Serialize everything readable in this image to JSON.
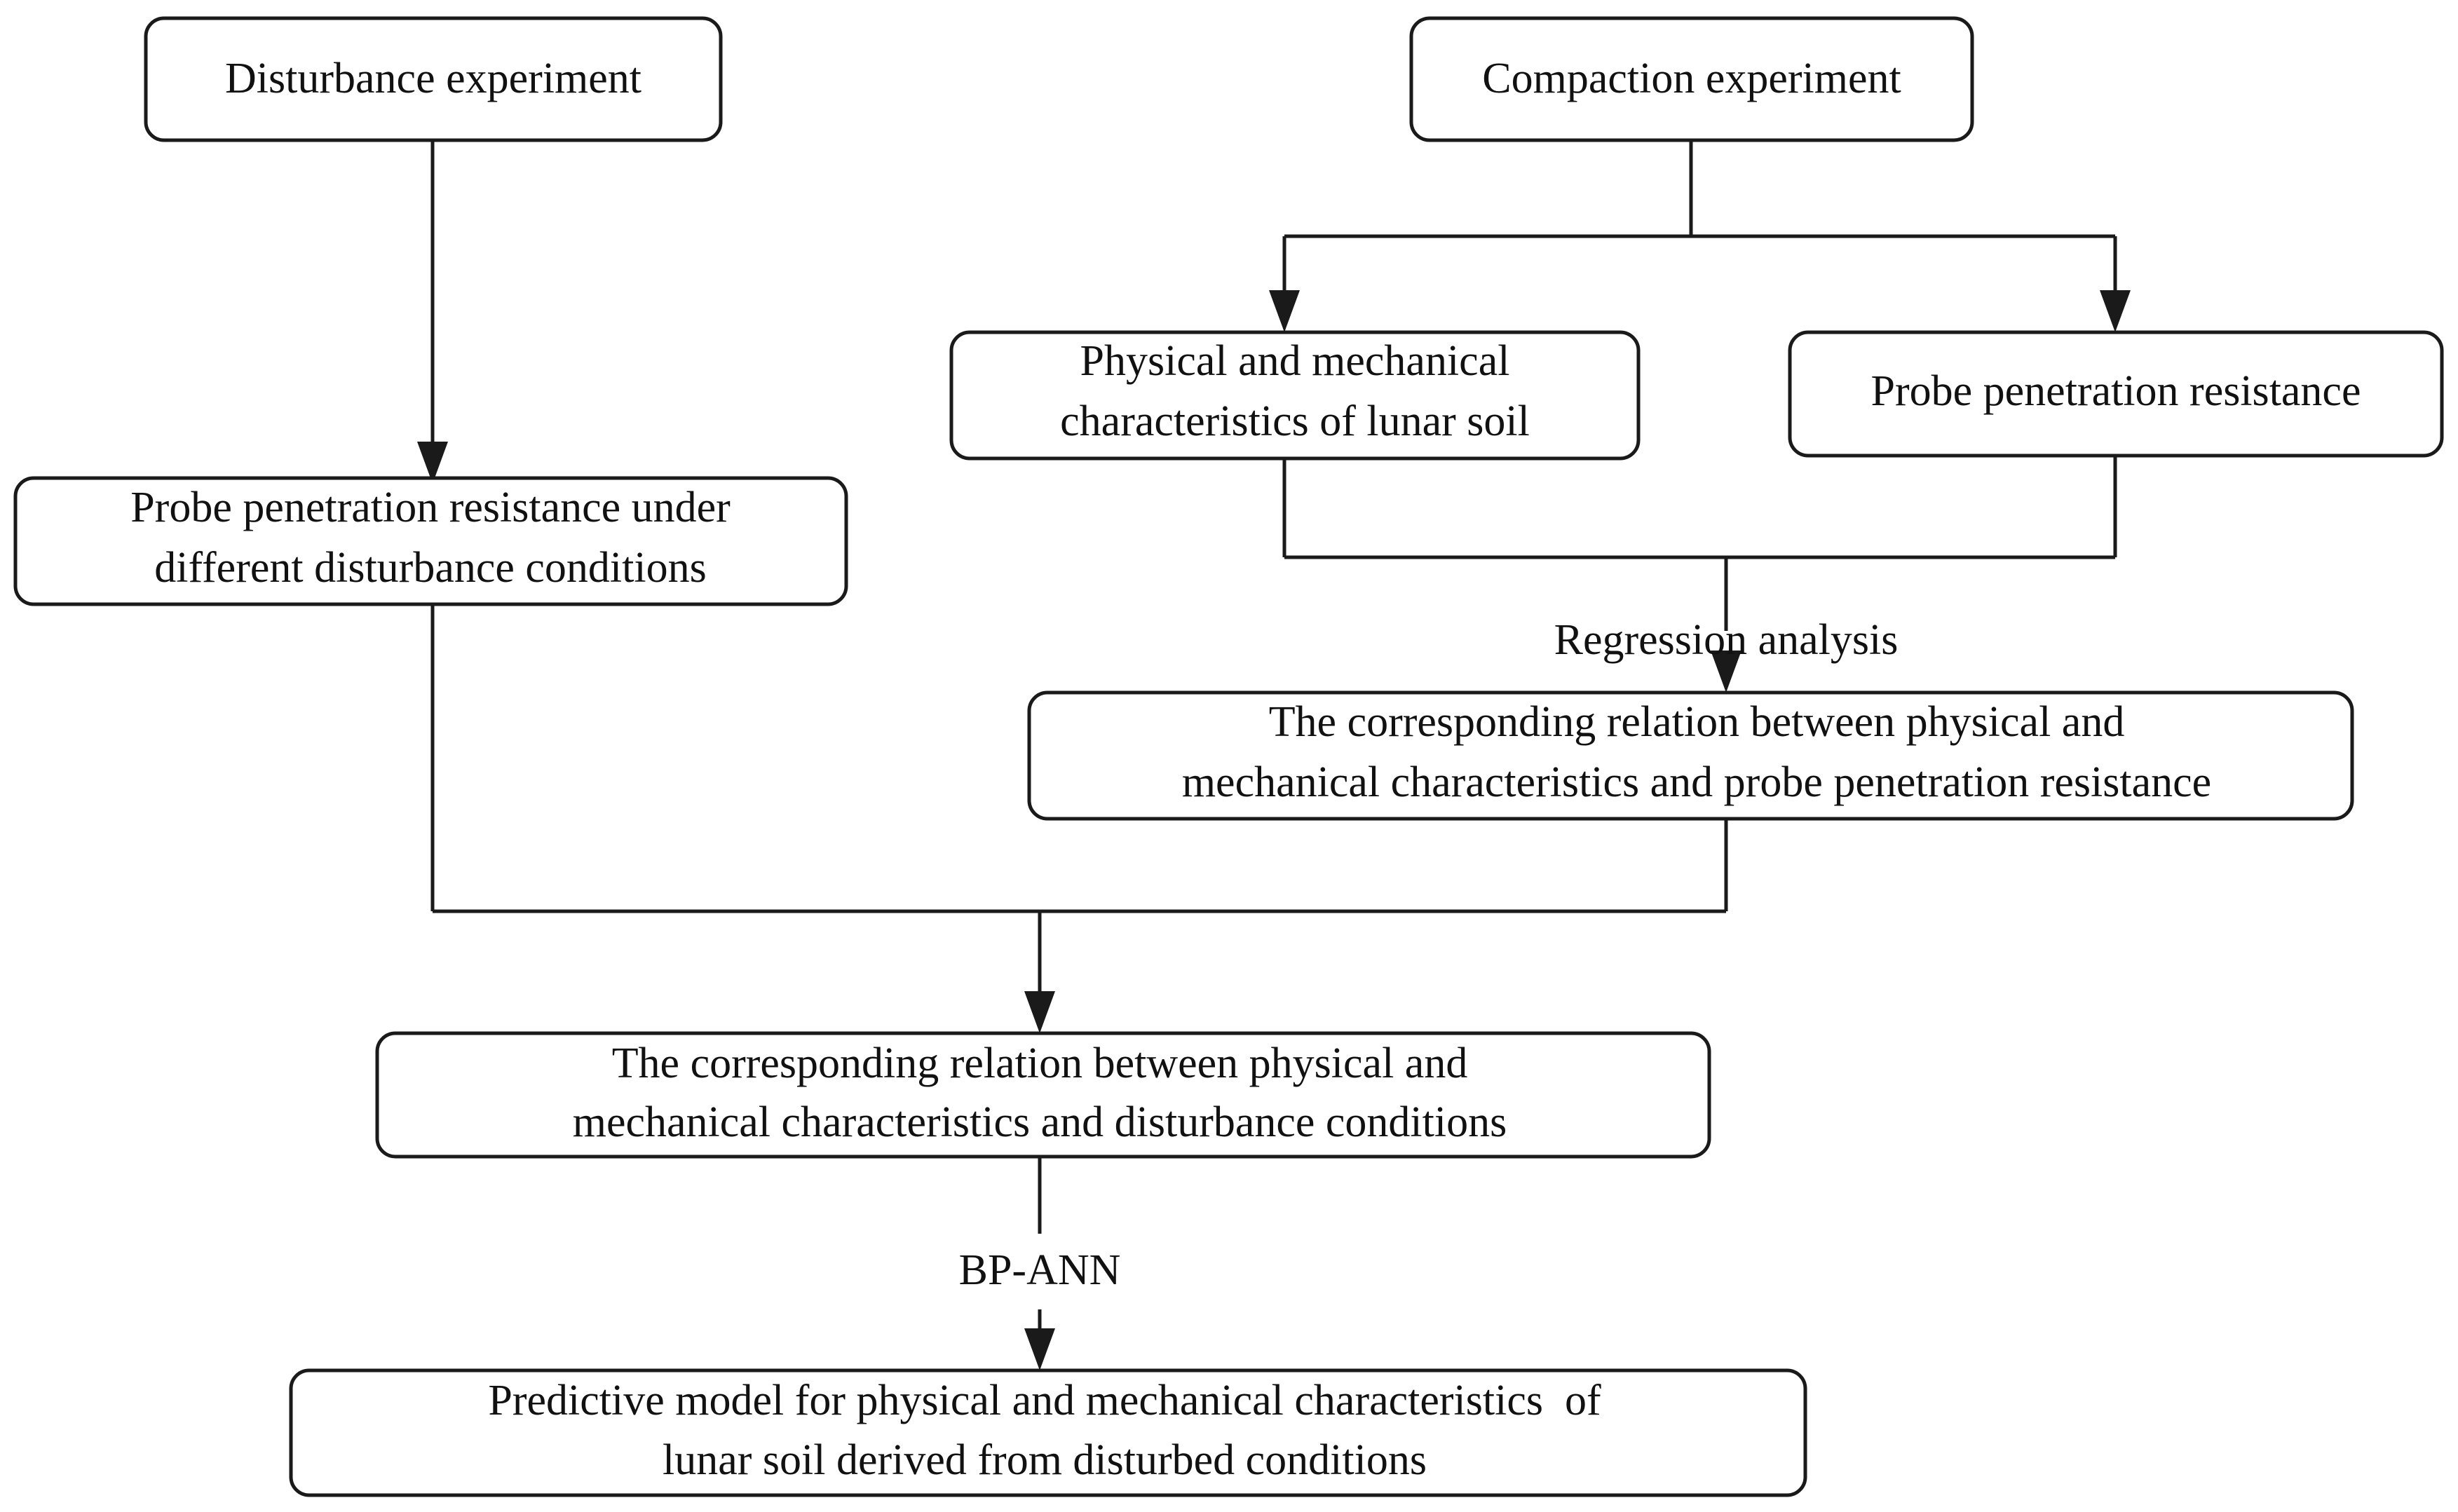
{
  "diagram": {
    "title": "Research methodology flowchart for lunar soil predictive model",
    "type": "flowchart",
    "background_color": "#ffffff",
    "line_color": "#1a1a1a",
    "text_color": "#111111",
    "nodes": [
      {
        "id": "disturbance-experiment",
        "label": "Disturbance experiment",
        "lines": [
          "Disturbance experiment"
        ]
      },
      {
        "id": "compaction-experiment",
        "label": "Compaction experiment",
        "lines": [
          "Compaction experiment"
        ]
      },
      {
        "id": "physical-mechanical-characteristics",
        "label": "Physical and mechanical characteristics of lunar soil",
        "lines": [
          "Physical and mechanical",
          "characteristics of lunar soil"
        ]
      },
      {
        "id": "probe-penetration-resistance",
        "label": "Probe penetration resistance",
        "lines": [
          "Probe penetration resistance"
        ]
      },
      {
        "id": "probe-penetration-resistance-disturbance",
        "label": "Probe penetration resistance under different disturbance conditions",
        "lines": [
          "Probe penetration resistance under",
          "different disturbance conditions"
        ]
      },
      {
        "id": "relation-physical-probe",
        "label": "The corresponding relation between physical and mechanical characteristics and probe penetration resistance",
        "lines": [
          "The corresponding relation between physical and",
          "mechanical characteristics and probe penetration resistance"
        ]
      },
      {
        "id": "relation-physical-disturbance",
        "label": "The corresponding relation between physical and mechanical characteristics and disturbance conditions",
        "lines": [
          "The corresponding relation between physical and",
          "mechanical characteristics and disturbance conditions"
        ]
      },
      {
        "id": "predictive-model",
        "label": "Predictive model for physical and mechanical characteristics  of lunar soil derived from disturbed conditions",
        "lines": [
          "Predictive model for physical and mechanical characteristics  of",
          "lunar soil derived from disturbed conditions"
        ]
      }
    ],
    "edge_labels": [
      {
        "id": "regression-analysis",
        "text": "Regression analysis"
      },
      {
        "id": "bp-ann",
        "text": "BP-ANN"
      }
    ],
    "edges": [
      {
        "from": "disturbance-experiment",
        "to": "probe-penetration-resistance-disturbance",
        "label": ""
      },
      {
        "from": "compaction-experiment",
        "to": "physical-mechanical-characteristics",
        "label": ""
      },
      {
        "from": "compaction-experiment",
        "to": "probe-penetration-resistance",
        "label": ""
      },
      {
        "from": "physical-mechanical-characteristics",
        "to": "relation-physical-probe",
        "label": "Regression analysis"
      },
      {
        "from": "probe-penetration-resistance",
        "to": "relation-physical-probe",
        "label": "Regression analysis"
      },
      {
        "from": "probe-penetration-resistance-disturbance",
        "to": "relation-physical-disturbance",
        "label": ""
      },
      {
        "from": "relation-physical-probe",
        "to": "relation-physical-disturbance",
        "label": ""
      },
      {
        "from": "relation-physical-disturbance",
        "to": "predictive-model",
        "label": "BP-ANN"
      }
    ]
  }
}
